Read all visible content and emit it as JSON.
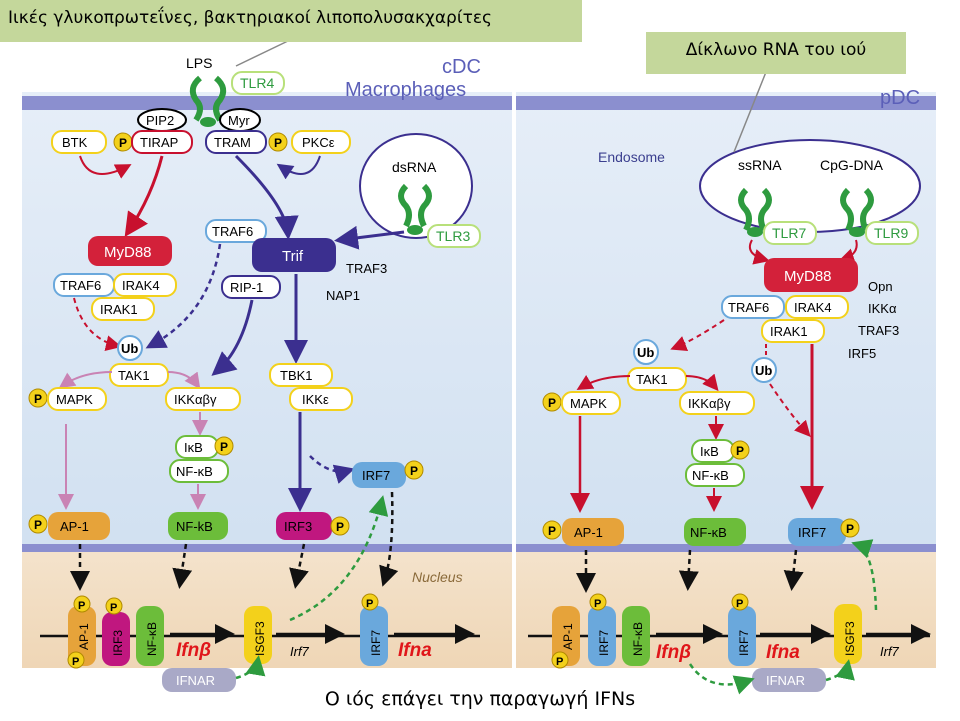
{
  "callouts": {
    "left": "Ιικές γλυκοπρωτεΐνες, βακτηριακοί λιποπολυσακχαρίτες",
    "right": "Δίκλωνο RNA του ιού"
  },
  "caption": "Ο ιός επάγει την παραγωγή IFNs",
  "headings": {
    "cdc": "cDC",
    "macrophages": "Macrophages",
    "pdc": "pDC",
    "endosome": "Endosome",
    "nucleus": "Nucleus"
  },
  "left_panel": {
    "lps": "LPS",
    "tlr4": "TLR4",
    "pip2": "PIP2",
    "myr": "Myr",
    "btk": "BTK",
    "tirap": "TIRAP",
    "tram": "TRAM",
    "pkce": "PKCε",
    "p": "P",
    "dsrna": "dsRNA",
    "tlr3": "TLR3",
    "myd88": "MyD88",
    "traf6_a": "TRAF6",
    "traf6_b": "TRAF6",
    "irak4": "IRAK4",
    "irak1": "IRAK1",
    "trif": "Trif",
    "traf3": "TRAF3",
    "nap1": "NAP1",
    "rip1": "RIP-1",
    "ub": "Ub",
    "tak1": "TAK1",
    "mapk": "MAPK",
    "ikkabg": "IKKαβγ",
    "tbk1": "TBK1",
    "ikke": "IKKε",
    "ikb": "IκB",
    "nfkb_complex": "NF-κB",
    "irf7": "IRF7",
    "ap1": "AP-1",
    "nfkb": "NF-kB",
    "irf3": "IRF3",
    "nuc_ap1": "AP-1",
    "nuc_irf3": "IRF3",
    "nuc_nfkb": "NF-κB",
    "nuc_isgf3": "ISGF3",
    "nuc_irf7": "IRF7",
    "ifnb": "Ifnβ",
    "irf7_gene": "Irf7",
    "ifna": "Ifna",
    "ifnar": "IFNAR"
  },
  "right_panel": {
    "ssrna": "ssRNA",
    "cpg": "CpG-DNA",
    "tlr7": "TLR7",
    "tlr9": "TLR9",
    "myd88": "MyD88",
    "opn": "Opn",
    "ikka": "IKKα",
    "traf3": "TRAF3",
    "irf5": "IRF5",
    "traf6": "TRAF6",
    "irak4": "IRAK4",
    "irak1": "IRAK1",
    "ub_a": "Ub",
    "ub_b": "Ub",
    "tak1": "TAK1",
    "mapk": "MAPK",
    "ikkabg": "IKKαβγ",
    "ikb": "IκB",
    "nfkb_complex": "NF-κB",
    "ap1": "AP-1",
    "nfkb": "NF-κB",
    "irf7": "IRF7",
    "p": "P",
    "nuc_ap1": "AP-1",
    "nuc_irf7": "IRF7",
    "nuc_nfkb": "NF-κB",
    "nuc_irf7b": "IRF7",
    "nuc_isgf3": "ISGF3",
    "ifnb": "Ifnβ",
    "ifna": "Ifna",
    "irf7_gene": "Irf7",
    "ifnar": "IFNAR"
  },
  "colors": {
    "membrane": "#8b8fcf",
    "cell_bg": "#dce9f6",
    "nucleus_bg": "#f3dcbf",
    "myd88": "#d3213a",
    "trif": "#3b2f8f",
    "tlr_green": "#2e9b3f",
    "callout": "#c4d79b",
    "yellow_p": "#f3d11b",
    "ap1": "#e6a33a",
    "irf3": "#c0177f",
    "nfkb": "#6cbd3a",
    "irf7": "#6aa8dc",
    "ifn_red": "#e0161a"
  }
}
